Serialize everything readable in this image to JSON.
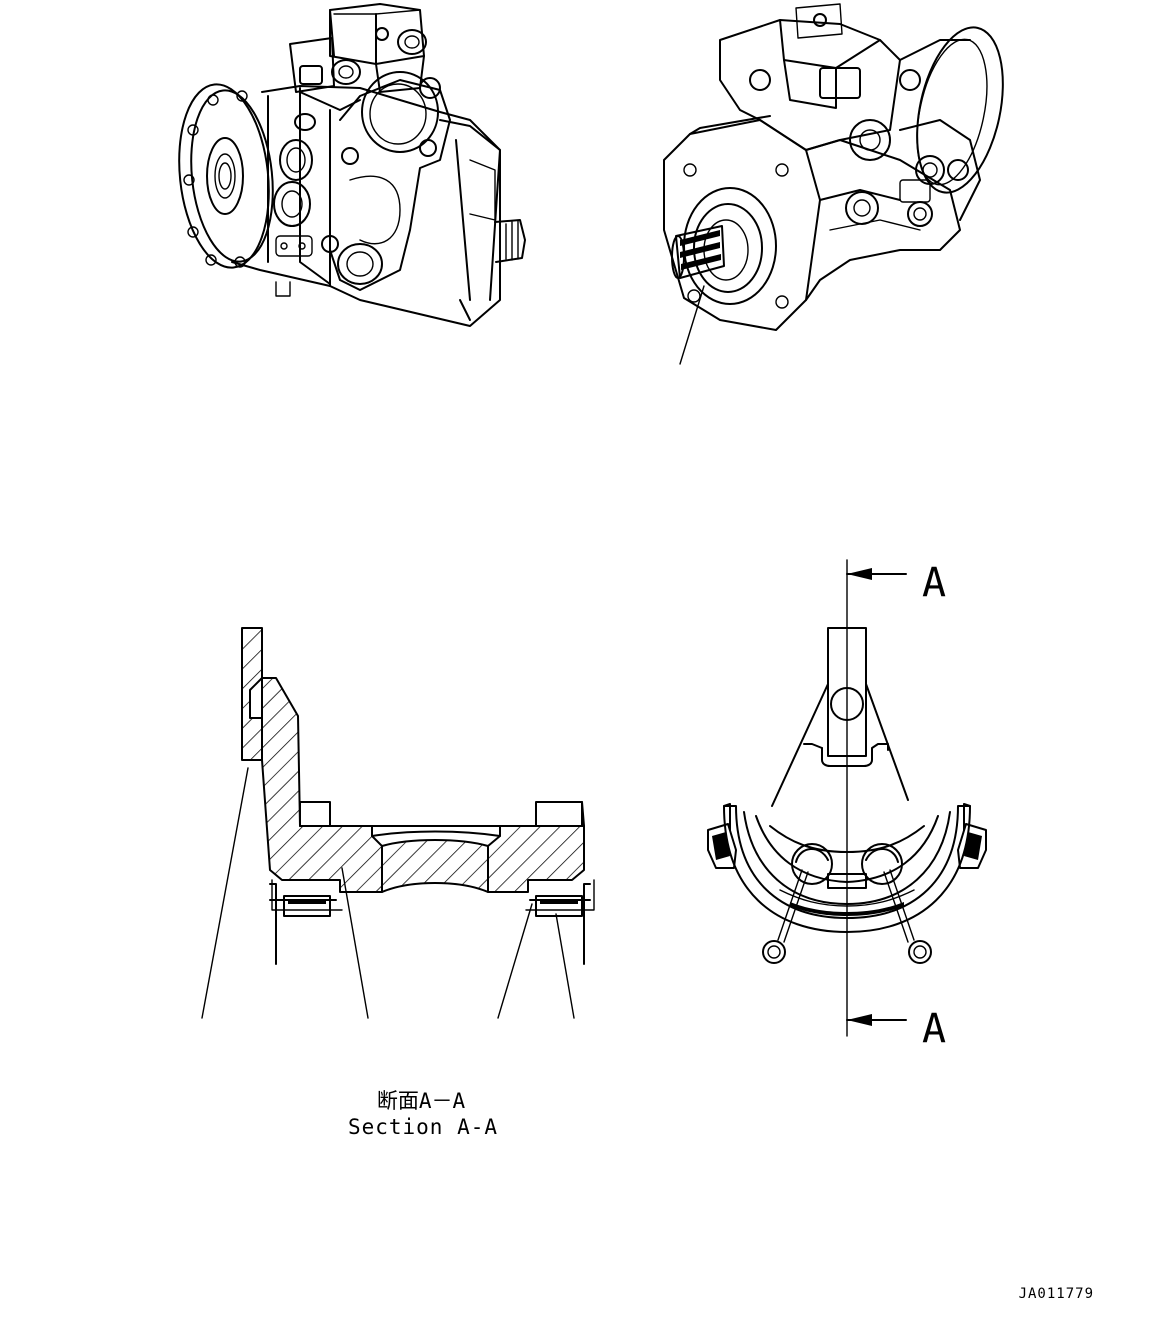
{
  "section_view": {
    "title_jp": "断面A－A",
    "title_en": "Section A-A"
  },
  "cut_plane": {
    "label_top": "A",
    "label_bottom": "A"
  },
  "drawing_id": "JA011779",
  "colors": {
    "ink": "#000000",
    "paper": "#ffffff"
  }
}
